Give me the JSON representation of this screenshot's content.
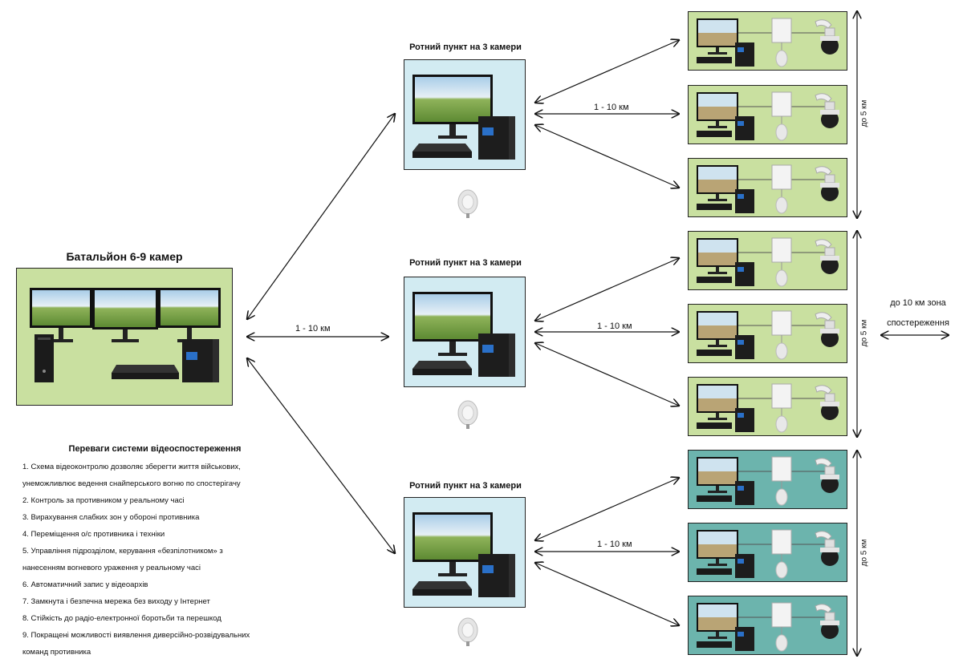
{
  "battalion": {
    "title": "Батальйон 6-9 камер"
  },
  "company_points": [
    {
      "title": "Ротний пункт на 3 камери",
      "link_label": "1 - 10 км"
    },
    {
      "title": "Ротний пункт на 3 камери",
      "link_label": "1 - 10 км"
    },
    {
      "title": "Ротний пункт на 3 камери",
      "link_label": "1 - 10 км"
    }
  ],
  "main_link_label": "1 - 10 км",
  "distance_group_labels": [
    "до 5 км",
    "до 5 км",
    "до 5 км"
  ],
  "zone_label": {
    "line1": "до 10 км зона",
    "line2": "спостереження"
  },
  "benefits": {
    "title": "Переваги системи відеоспостереження",
    "lines": [
      "1. Схема відеоконтролю дозволяє зберегти життя військових,",
      "унеможливлює ведення снайперського вогню по спостерігачу",
      "2. Контроль за противником у реальному часі",
      "3. Вирахування слабких зон у обороні противника",
      "4. Переміщення о/с противника і техніки",
      "5. Управління підрозділом, керування «безпілотником» з",
      "нанесенням вогневого ураження у реальному часі",
      "6. Автоматичний запис у відеоархів",
      "7. Замкнута і безпечна мережа без виходу у Інтернет",
      "8. Стійкість до радіо-електронної боротьби та перешкод",
      "9. Покращені можливості виявлення диверсійно-розвідувальних",
      "команд противника"
    ]
  },
  "colors": {
    "post_green": "#c9e0a0",
    "post_teal": "#6cb4ad",
    "company_bg": "#d2ebf2",
    "battalion_bg": "#c9e0a0"
  },
  "icons": {
    "monitor": "monitor-icon",
    "ups": "ups-icon",
    "dvr": "dvr-icon",
    "pc": "pc-tower-icon",
    "camera": "ptz-camera-icon",
    "junction": "junction-box-icon",
    "antenna": "dish-antenna-icon"
  }
}
